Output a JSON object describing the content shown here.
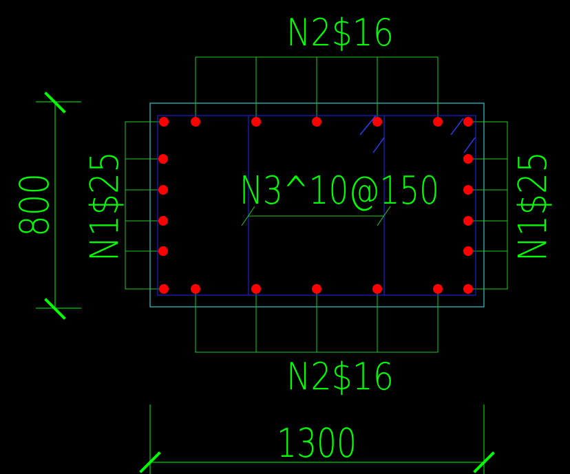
{
  "drawing": {
    "background": "#000000",
    "colors": {
      "concrete_outline": "#33cccc",
      "stirrup": "#2020d0",
      "tie_mark": "#3040ff",
      "dimension": "#00ff00",
      "leader": "#22cc22",
      "rebar": "#ff0000",
      "text": "#00ff00"
    },
    "labels": {
      "top_bar_label": "N2$16",
      "bottom_bar_label": "N2$16",
      "left_bar_label": "N1$25",
      "right_bar_label": "N1$25",
      "stirrup_label": "N3^10@150"
    },
    "dimensions": {
      "width": "1300",
      "height": "800"
    }
  }
}
